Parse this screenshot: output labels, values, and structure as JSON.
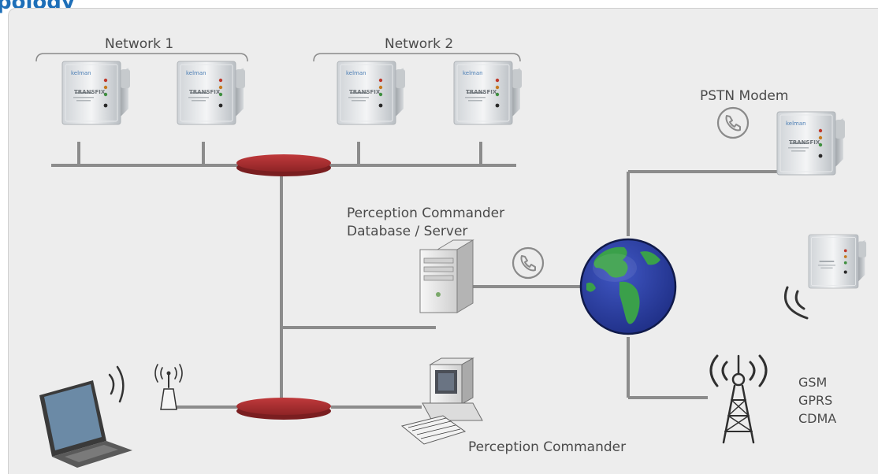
{
  "header": {
    "title": "pology"
  },
  "labels": {
    "network1": "Network 1",
    "network2": "Network 2",
    "pstn_modem": "PSTN Modem",
    "server_line1": "Perception Commander",
    "server_line2": "Database / Server",
    "workstation": "Perception Commander",
    "gsm": "GSM",
    "gprs": "GPRS",
    "cdma": "CDMA"
  },
  "device": {
    "brand": "kelman",
    "model": "TRANSFIX"
  },
  "icons": {
    "phone": "phone-icon",
    "globe": "globe-icon",
    "server": "server-icon",
    "workstation": "desktop-computer-icon",
    "laptop": "laptop-icon",
    "antenna": "wireless-antenna-icon",
    "tower": "cell-tower-icon",
    "hub": "network-hub-icon"
  },
  "colors": {
    "title": "#1e6fb8",
    "panel": "#ededed",
    "wire": "#8c8c8c",
    "hub": "#a52a2a",
    "ocean": "#2b3f9b",
    "land": "#3aa04a"
  }
}
